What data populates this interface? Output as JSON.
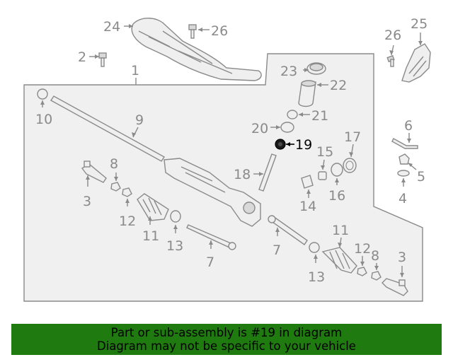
{
  "highlighted_part": "19",
  "labels": {
    "l24": "24",
    "l26a": "26",
    "l2": "2",
    "l1": "1",
    "l26b": "26",
    "l25": "25",
    "l23": "23",
    "l22": "22",
    "l10": "10",
    "l9": "9",
    "l21": "21",
    "l20": "20",
    "l19": "19",
    "l6": "6",
    "l17": "17",
    "l15": "15",
    "l8a": "8",
    "l18": "18",
    "l5": "5",
    "l3a": "3",
    "l16": "16",
    "l4": "4",
    "l14": "14",
    "l12a": "12",
    "l11a": "11",
    "l13a": "13",
    "l7a": "7",
    "l7b": "7",
    "l11b": "11",
    "l12b": "12",
    "l8b": "8",
    "l3b": "3",
    "l13b": "13"
  },
  "banner": {
    "line1": "Part or sub-assembly is #19 in diagram",
    "line2": "Diagram may not be specific to your vehicle"
  },
  "colors": {
    "banner_bg": "#1f7a10",
    "line_gray": "#8a8a8a",
    "highlight": "#000000"
  }
}
